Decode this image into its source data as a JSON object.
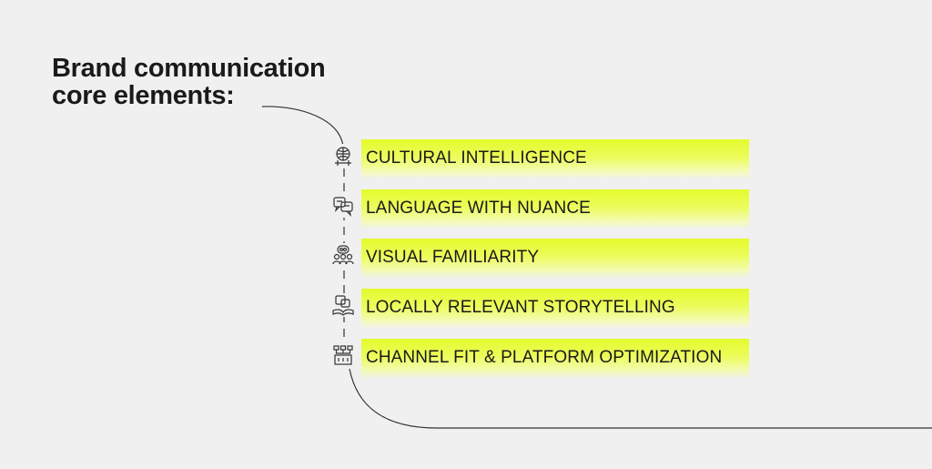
{
  "title": {
    "line1": "Brand communication",
    "line2": "core elements:"
  },
  "items": [
    {
      "label": "CULTURAL INTELLIGENCE",
      "icon": "brain-globe-icon"
    },
    {
      "label": "LANGUAGE WITH NUANCE",
      "icon": "speech-bubbles-icon"
    },
    {
      "label": "VISUAL FAMILIARITY",
      "icon": "people-group-icon"
    },
    {
      "label": "LOCALLY RELEVANT STORYTELLING",
      "icon": "open-book-chat-icon"
    },
    {
      "label": "CHANNEL FIT & PLATFORM OPTIMIZATION",
      "icon": "network-nodes-icon"
    }
  ],
  "colors": {
    "background": "#f0f0f0",
    "highlight": "#e4fb2c",
    "text": "#1a1a1a"
  }
}
